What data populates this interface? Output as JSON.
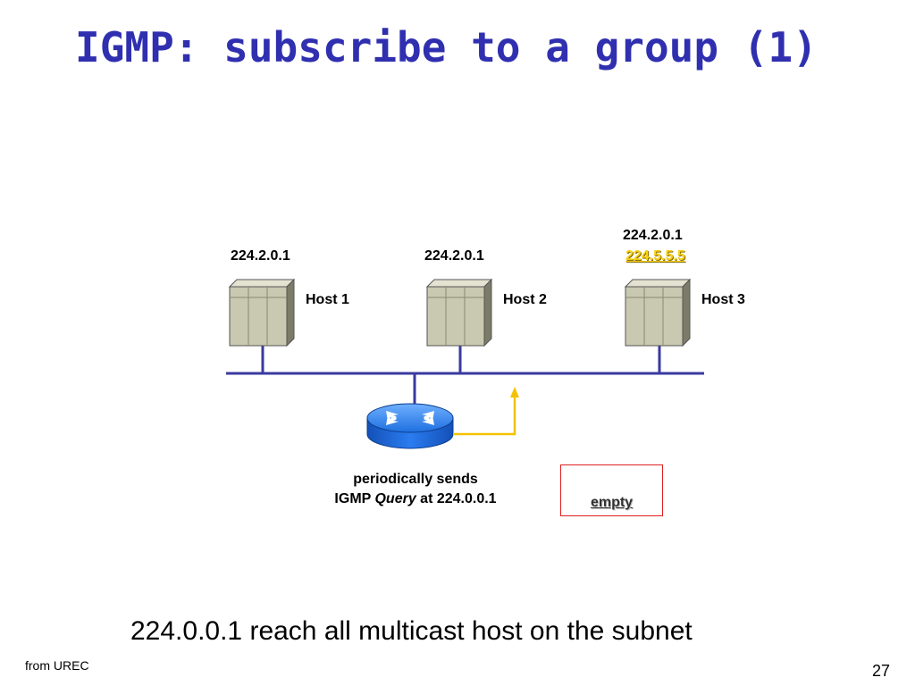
{
  "title": "IGMP: subscribe to a group (1)",
  "hosts": [
    {
      "name": "Host 1",
      "groups": [
        "224.2.0.1"
      ]
    },
    {
      "name": "Host 2",
      "groups": [
        "224.2.0.1"
      ]
    },
    {
      "name": "Host 3",
      "groups": [
        "224.2.0.1",
        "224.5.5.5"
      ]
    }
  ],
  "router": {
    "caption_line1": "periodically sends",
    "caption_prefix": "IGMP ",
    "caption_italic": "Query",
    "caption_suffix": " at 224.0.0.1"
  },
  "membership_box": {
    "text": "empty"
  },
  "footer_text": "224.0.0.1 reach all multicast host on the subnet",
  "source": "from UREC",
  "page_number": "27",
  "colors": {
    "title": "#2f2fb0",
    "bus": "#3a3aa0",
    "host_face": "#c9c8b0",
    "router": "#1e6fe0",
    "query_arrow": "#f2c200",
    "highlight": "#f7d21a",
    "box_border": "#e02020"
  },
  "icons": {
    "host": "server-tower-icon",
    "router": "router-icon",
    "arrow": "up-arrow-icon"
  }
}
